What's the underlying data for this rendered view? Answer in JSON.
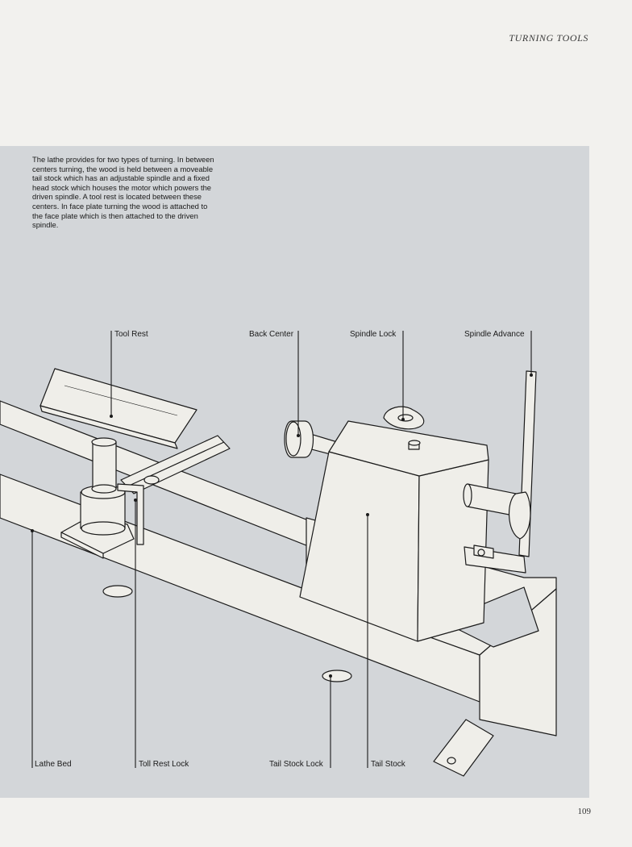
{
  "header": {
    "running_head": "TURNING TOOLS"
  },
  "intro": {
    "text": "The lathe provides for two types of turning. In between centers turning, the wood is held between a moveable tail stock which has an adjustable spindle and a fixed head stock which houses the motor which powers the driven spindle. A tool rest is located between these centers. In face plate turning the wood is attached to the face plate which is then attached to the driven spindle."
  },
  "callouts": {
    "tool_rest": "Tool Rest",
    "back_center": "Back Center",
    "spindle_lock": "Spindle Lock",
    "spindle_advance": "Spindle Advance",
    "lathe_bed": "Lathe Bed",
    "tool_rest_lock": "Toll Rest Lock",
    "tail_stock_lock": "Tail Stock Lock",
    "tail_stock": "Tail Stock"
  },
  "footer": {
    "page_number": "109"
  },
  "colors": {
    "panel": "#d3d6d9",
    "machine_fill": "#efeee9",
    "line": "#1a1a1a"
  }
}
